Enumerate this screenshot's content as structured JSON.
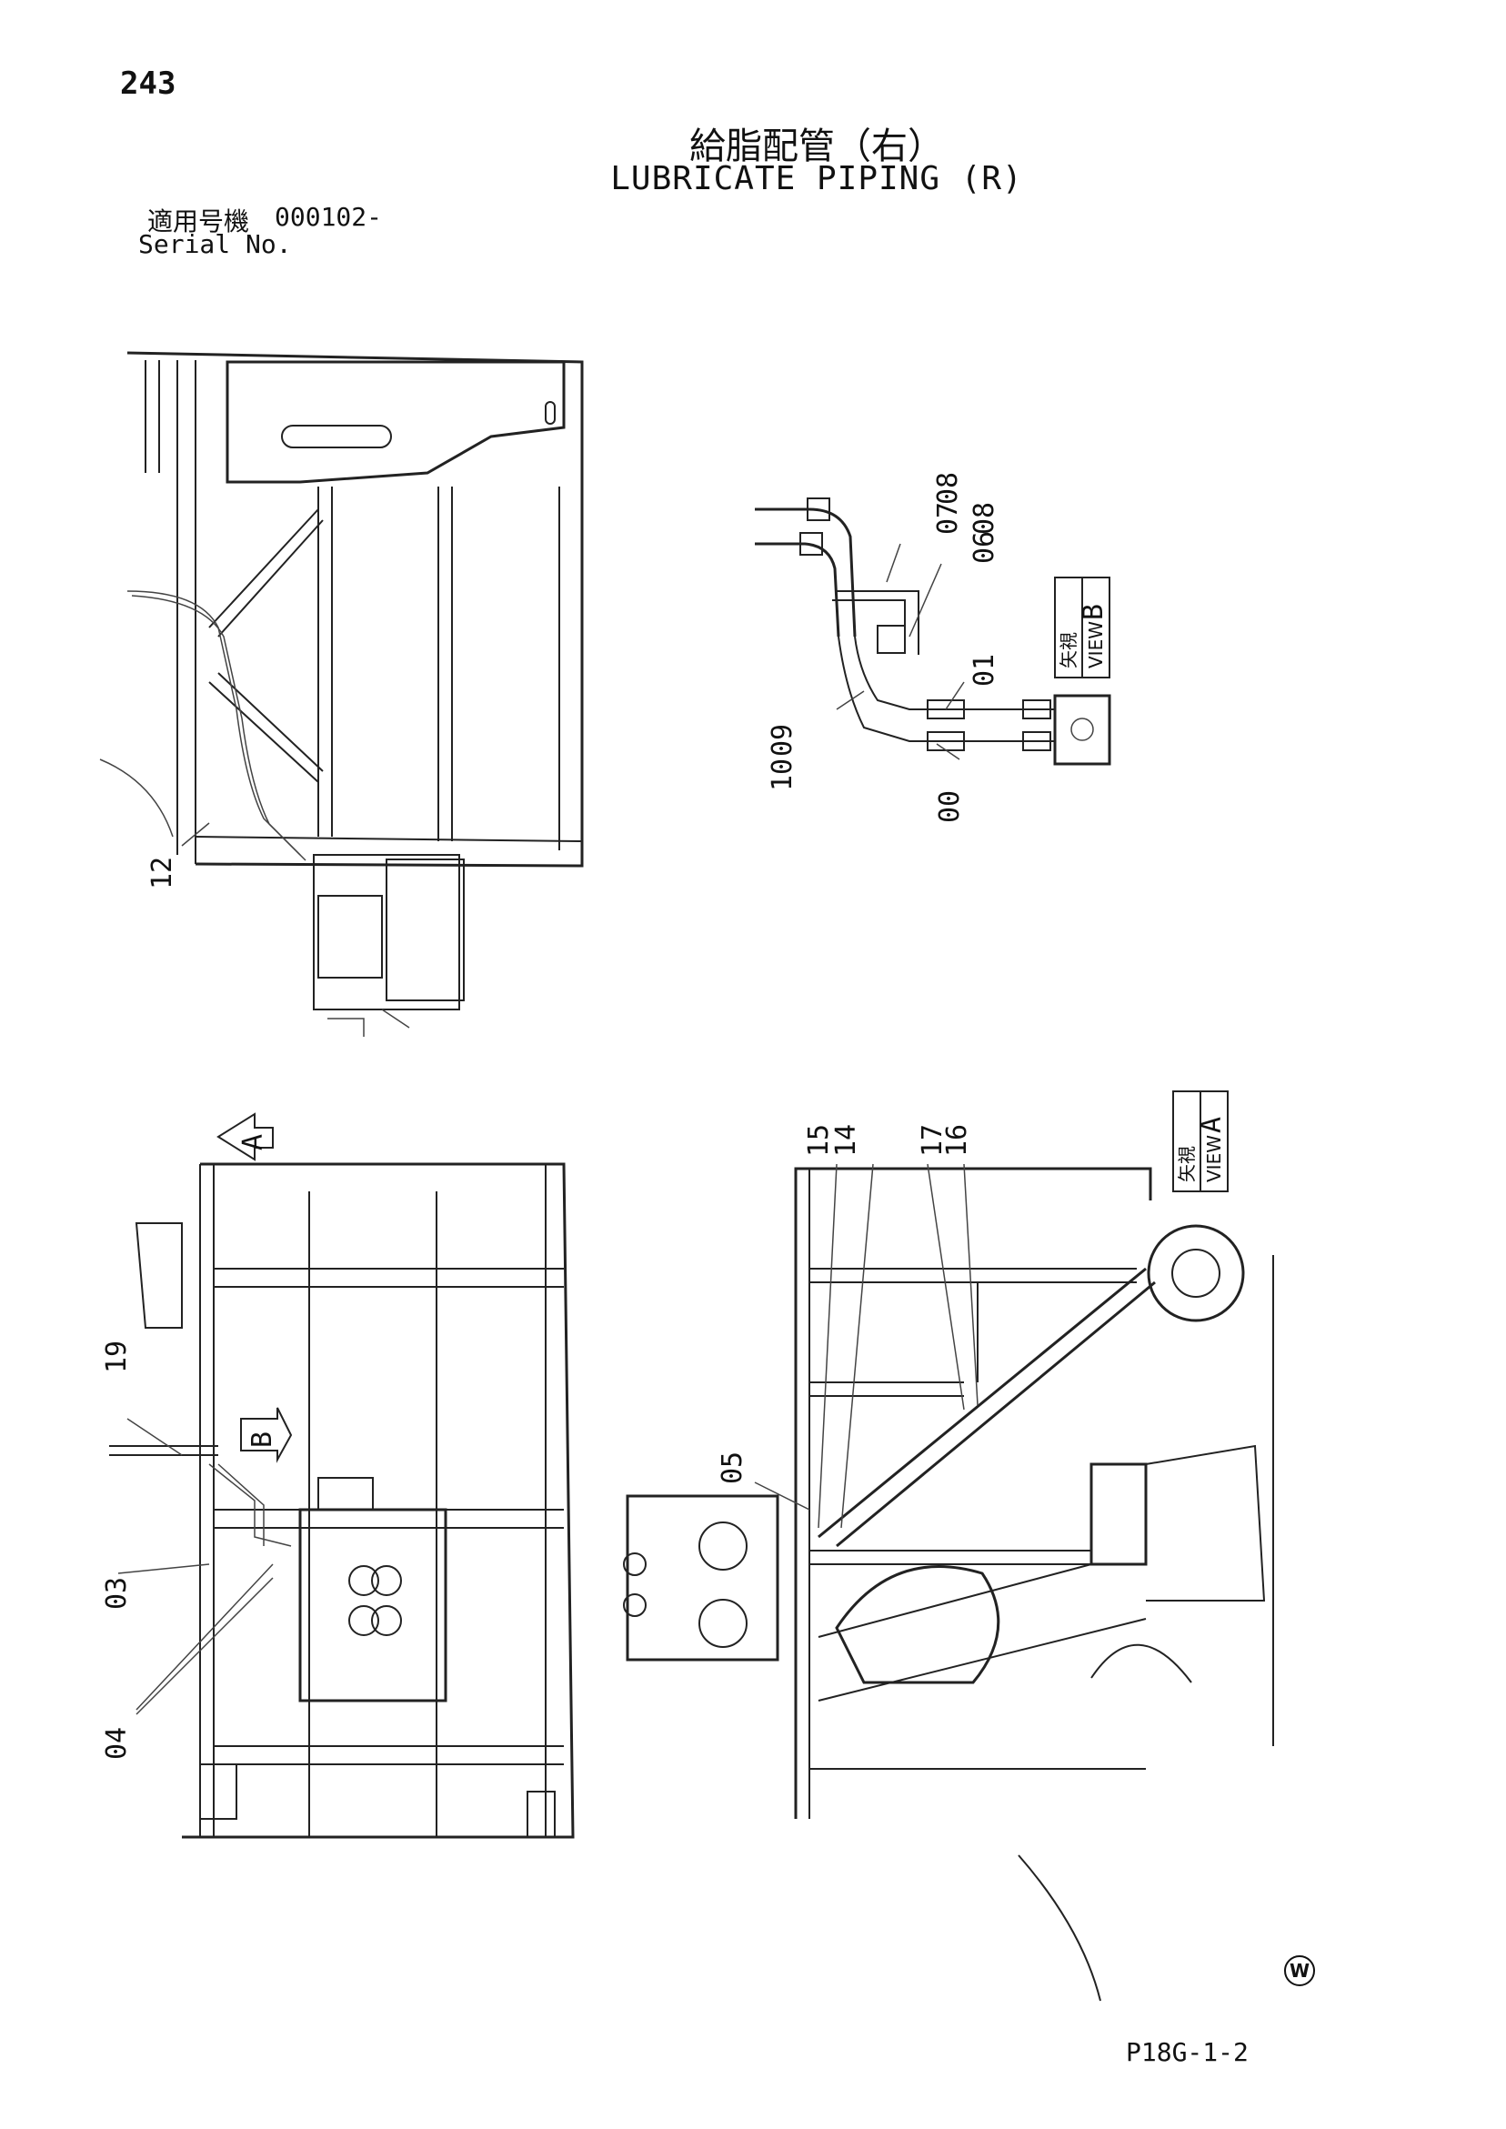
{
  "header": {
    "page_number": "243",
    "title_jp": "給脂配管（右）",
    "title_en": "LUBRICATE PIPING (R)",
    "serial_label_jp": "適用号機",
    "serial_value": "000102-",
    "serial_label_en": "Serial No."
  },
  "callouts": {
    "c00": "00",
    "c01": "01",
    "c03": "03",
    "c04": "04",
    "c05": "05",
    "c06": "06",
    "c07": "07",
    "c08a": "08",
    "c08b": "08",
    "c09": "09",
    "c10": "10",
    "c12": "12",
    "c14": "14",
    "c15": "15",
    "c16": "16",
    "c17": "17",
    "c19": "19"
  },
  "views": {
    "view_b": {
      "jp": "矢視",
      "en": "VIEW",
      "letter": "B"
    },
    "view_a": {
      "jp": "矢視",
      "en": "VIEW",
      "letter": "A"
    },
    "arrow_a": "A",
    "arrow_b": "B"
  },
  "footer": {
    "w_mark": "W",
    "drawing_code": "P18G-1-2"
  }
}
